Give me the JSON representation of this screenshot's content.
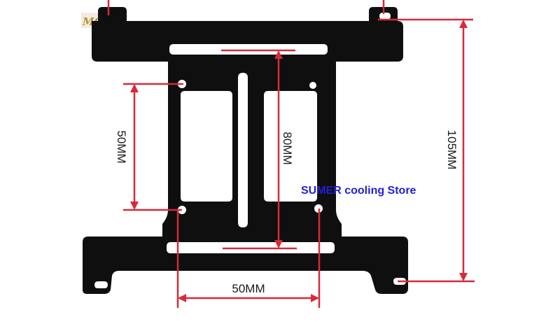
{
  "image": {
    "description_free": true,
    "colors": {
      "background": "#ffffff",
      "bracket": "#0f0f10",
      "dimension_lines": "#d62a3a",
      "watermark_text": "#1f1fd6",
      "logo_text": "#b69236"
    }
  },
  "logo": {
    "text": "MOD"
  },
  "dimensions": {
    "vertical_left": "50MM",
    "vertical_center": "80MM",
    "vertical_right": "105MM",
    "horizontal_bottom": "50MM"
  },
  "watermark": {
    "text": "SUMER cooling Store"
  }
}
